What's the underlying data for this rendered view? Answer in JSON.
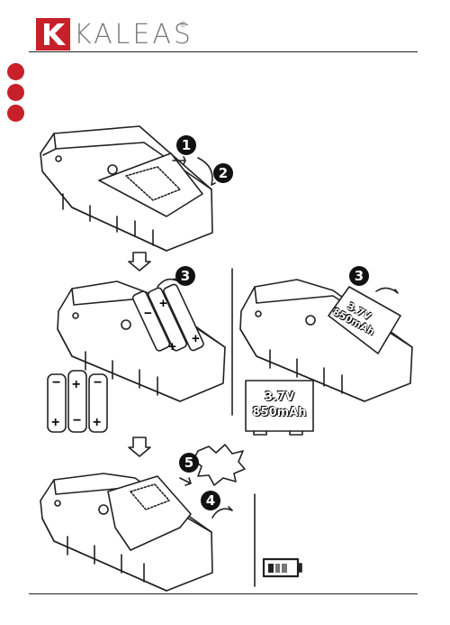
{
  "brand": {
    "name": "KALEAS",
    "registered": "®",
    "accent": "#c8202a"
  },
  "steps": [
    {
      "id": "step-1",
      "label": "1"
    },
    {
      "id": "step-2",
      "label": "2"
    },
    {
      "id": "step-3a",
      "label": "3"
    },
    {
      "id": "step-3b",
      "label": "3"
    },
    {
      "id": "step-4",
      "label": "4"
    },
    {
      "id": "step-5",
      "label": "5"
    }
  ],
  "battery_pack": {
    "voltage": "3.7V",
    "capacity": "850mAh"
  },
  "aaa_batteries": {
    "count": 3,
    "plus": "+",
    "minus": "−"
  },
  "battery_indicator": {
    "level": 0.75,
    "segments": 4
  },
  "colors": {
    "outline": "#222222",
    "dot": "#c8202a",
    "ink": "#111111"
  }
}
